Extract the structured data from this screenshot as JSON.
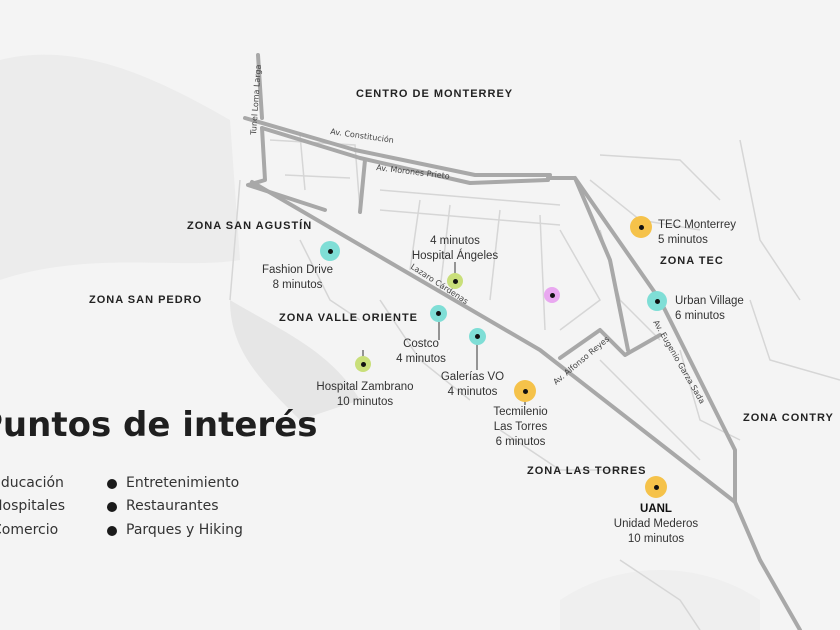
{
  "colors": {
    "education": "#f5c24a",
    "hospital": "#c9df7a",
    "commerce": "#7fded6",
    "entertainment_center": "#e9a8f0",
    "road": "#a6a6a6",
    "road_minor": "#cfcfcf"
  },
  "zones": {
    "centro": "CENTRO DE MONTERREY",
    "san_agustin": "ZONA SAN AGUSTÍN",
    "san_pedro": "ZONA SAN PEDRO",
    "valle_oriente": "ZONA VALLE ORIENTE",
    "tec": "ZONA TEC",
    "contry": "ZONA CONTRY",
    "las_torres": "ZONA LAS TORRES"
  },
  "streets": {
    "tunel": "Tunel Loma Larga",
    "constitucion": "Av. Constitución",
    "morones": "Av. Morones Prieto",
    "lazaro": "Lazaro Cárdenas",
    "alfonso": "Av. Alfonso Reyes",
    "garza_sada": "Av. Eugenio Garza Sada"
  },
  "pois": {
    "tec": {
      "name": "TEC Monterrey",
      "time": "5 minutos",
      "category": "education"
    },
    "urban": {
      "name": "Urban Village",
      "time": "6 minutos",
      "category": "commerce"
    },
    "fashion": {
      "name": "Fashion Drive",
      "time": "8 minutos",
      "category": "commerce"
    },
    "angeles": {
      "time": "4 minutos",
      "name": "Hospital Ángeles",
      "category": "hospital"
    },
    "costco": {
      "name": "Costco",
      "time": "4 minutos",
      "category": "commerce"
    },
    "galerias": {
      "name": "Galerías VO",
      "time": "4 minutos",
      "category": "commerce"
    },
    "zambrano": {
      "name": "Hospital Zambrano",
      "time": "10 minutos",
      "category": "hospital"
    },
    "tecmilenio": {
      "name": "Tecmilenio",
      "name2": "Las Torres",
      "time": "6 minutos",
      "category": "education"
    },
    "uanl": {
      "name": "UANL",
      "name2": "Unidad Mederos",
      "time": "10 minutos",
      "category": "education"
    }
  },
  "legend": {
    "title": "Puntos de interés",
    "items": [
      "Educación",
      "Hospitales",
      "Comercio",
      "Entretenimiento",
      "Restaurantes",
      "Parques y Hiking"
    ]
  }
}
